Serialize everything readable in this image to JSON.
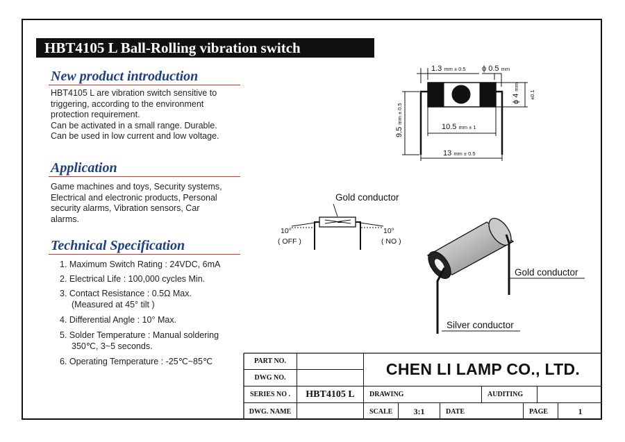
{
  "title": "HBT4105 L Ball-Rolling vibration switch",
  "intro": {
    "heading": "New product introduction",
    "lines": [
      "HBT4105 L are vibration switch sensitive to",
      "triggering, according to the environment",
      "protection requirement.",
      "Can be activated in a small range. Durable.",
      "Can be used in low current and low voltage."
    ]
  },
  "application": {
    "heading": "Application",
    "lines": [
      "Game machines and toys, Security systems,",
      "Electrical and electronic products, Personal",
      "security alarms, Vibration sensors, Car",
      "alarms."
    ]
  },
  "spec": {
    "heading": "Technical Specification",
    "items": [
      "1. Maximum Switch Rating : 24VDC, 6mA",
      "2. Electrical Life : 100,000 cycles Min.",
      "3. Contact Resistance : 0.5Ω  Max.",
      "(Measured at 45°   tilt )",
      "4. Differential Angle : 10°   Max.",
      "5. Solder Temperature : Manual soldering",
      "350℃, 3~5 seconds.",
      "6. Operating Temperature : -25℃~85℃"
    ]
  },
  "dimensions": {
    "d1_main": "1.3",
    "d1_unit": "mm ± 0.5",
    "d2_main": "ϕ 0.5",
    "d2_unit": "mm",
    "d3_main": "ϕ 4",
    "d3_unit": "mm",
    "d3_tol": "±0.1",
    "d4_main": "9.5",
    "d4_unit": "mm ± 0.5",
    "d5_main": "10.5",
    "d5_unit": "mm ± 1",
    "d6_main": "13",
    "d6_unit": "mm ± 0.5"
  },
  "tilt": {
    "gold_label": "Gold conductor",
    "left_angle": "10°",
    "left_state": "( OFF )",
    "right_angle": "10°",
    "right_state": "( NO )"
  },
  "iso": {
    "gold_label": "Gold conductor",
    "silver_label": "Silver conductor"
  },
  "title_block": {
    "part_no": "PART NO.",
    "dwg_no": "DWG NO.",
    "series_no": "SERIES NO .",
    "series_val": "HBT4105 L",
    "dwg_name": "DWG. NAME",
    "company": "CHEN  LI  LAMP  CO., LTD.",
    "drawing": "DRAWING",
    "auditing": "AUDITING",
    "scale": "SCALE",
    "scale_val": "3:1",
    "date": "DATE",
    "page": "PAGE",
    "page_val": "1"
  }
}
